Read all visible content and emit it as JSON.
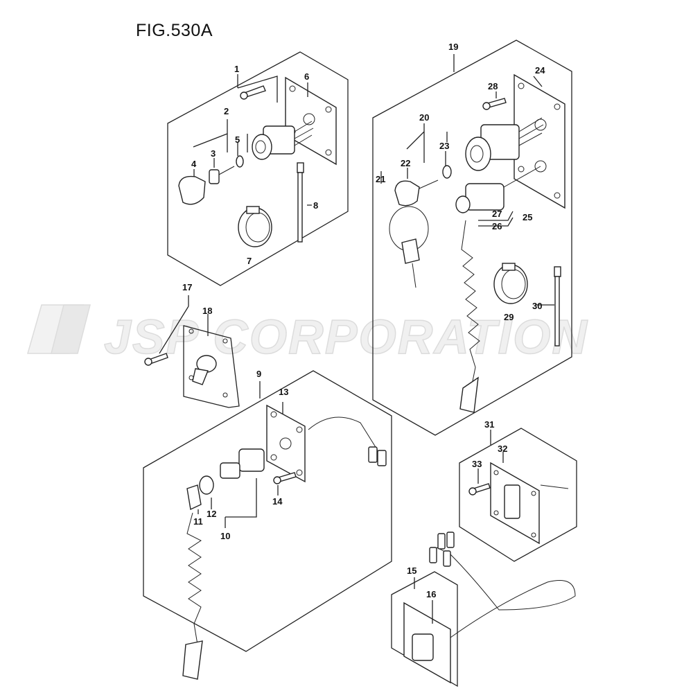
{
  "figure": {
    "title": "FIG.530A"
  },
  "watermark": {
    "text": "JSP CORPORATION"
  },
  "callouts": [
    "1",
    "2",
    "3",
    "4",
    "5",
    "6",
    "7",
    "8",
    "9",
    "10",
    "11",
    "12",
    "13",
    "14",
    "15",
    "16",
    "17",
    "18",
    "19",
    "20",
    "21",
    "22",
    "23",
    "24",
    "25",
    "26",
    "27",
    "28",
    "29",
    "30",
    "31",
    "32",
    "33"
  ]
}
